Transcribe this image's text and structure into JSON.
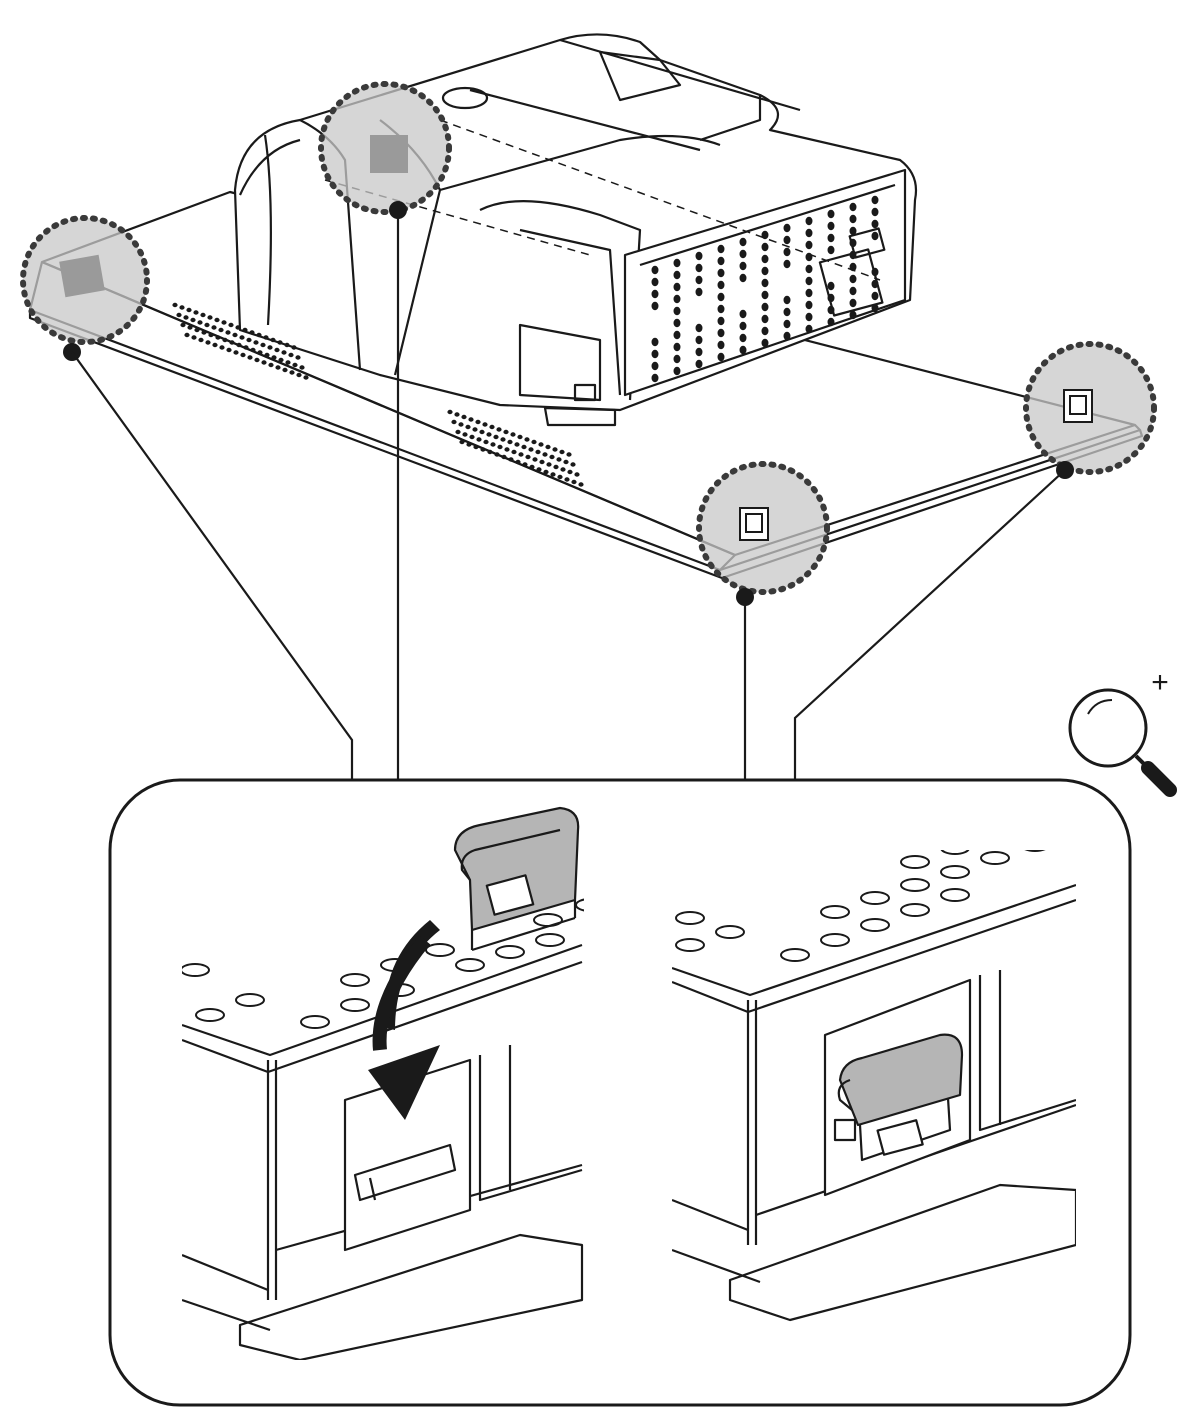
{
  "figure": {
    "colors": {
      "line": "#1a1a1a",
      "highlight_fill": "#c8c8c8",
      "highlight_dots": "#3a3a3a",
      "label_square": "#9a9a9a",
      "clip_fill": "#b5b5b5",
      "panel_fill": "#ffffff",
      "background": "#ffffff"
    },
    "icons": {
      "zoom": "zoom-in-icon",
      "arrow": "curved-arrow-down-icon"
    },
    "highlights": [
      "left-corner",
      "top-label",
      "front-corner",
      "right-corner"
    ],
    "detail_views": [
      "before-clip-insert",
      "after-clip-insert"
    ],
    "zoom_symbol": "+"
  }
}
